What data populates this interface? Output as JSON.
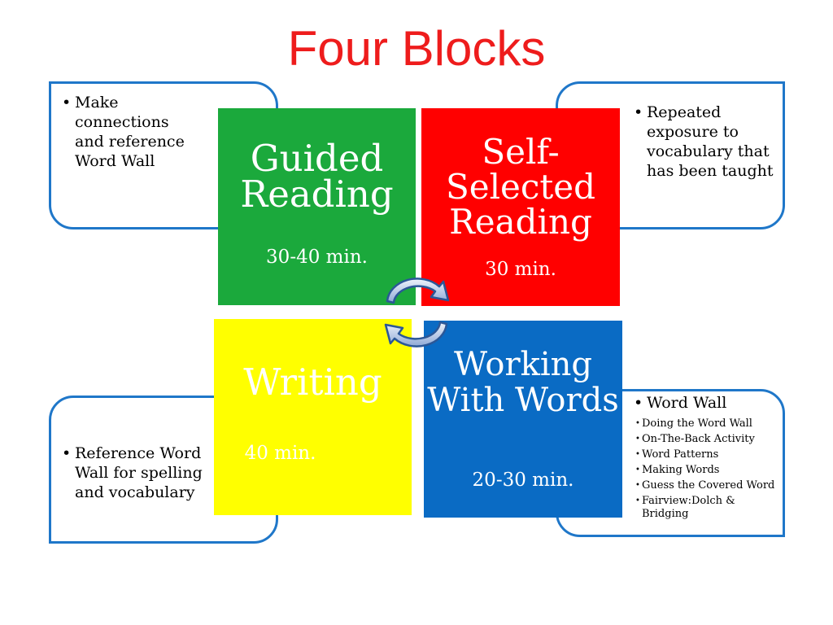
{
  "title": "Four Blocks",
  "blocks": {
    "guided": {
      "heading": "Guided Reading",
      "time": "30-40 min.",
      "color": "#1ba93c"
    },
    "self_selected": {
      "heading": "Self-Selected Reading",
      "time": "30 min.",
      "color": "#ff0000"
    },
    "writing": {
      "heading": "Writing",
      "time": "40 min.",
      "color": "#ffff00"
    },
    "working": {
      "heading": "Working With Words",
      "time": "20-30 min.",
      "color": "#0a6bc4"
    }
  },
  "callouts": {
    "top_left": [
      "Make connections and reference Word Wall"
    ],
    "top_right": [
      "Repeated exposure to vocabulary that has been taught"
    ],
    "bottom_left": [
      "Reference Word Wall for spelling and vocabulary"
    ],
    "bottom_right": {
      "heading": "Word Wall",
      "items": [
        "Doing the Word Wall",
        "On-The-Back Activity",
        "Word Patterns",
        "Making Words",
        "Guess the Covered Word",
        "Fairview:Dolch & Bridging"
      ]
    }
  },
  "colors": {
    "title": "#ee1c1c",
    "callout_border": "#1f77c9"
  }
}
